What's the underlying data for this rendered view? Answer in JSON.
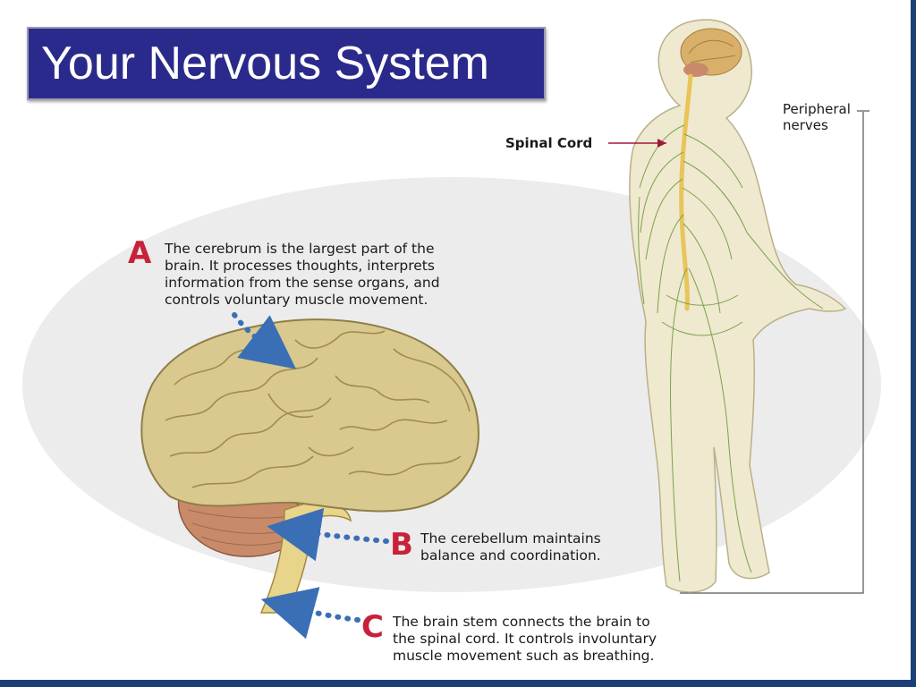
{
  "title": "Your Nervous System",
  "labels": {
    "spinal_cord": "Spinal Cord",
    "peripheral_line1": "Peripheral",
    "peripheral_line2": "nerves"
  },
  "parts": [
    {
      "letter": "A",
      "lines": [
        "The cerebrum is the largest part of the",
        "brain. It processes thoughts, interprets",
        "information from the sense organs, and",
        "controls voluntary muscle movement."
      ]
    },
    {
      "letter": "B",
      "lines": [
        "The cerebellum maintains",
        "balance and coordination."
      ]
    },
    {
      "letter": "C",
      "lines": [
        "The brain stem connects the brain to",
        "the spinal cord. It controls involuntary",
        "muscle movement such as breathing."
      ]
    }
  ],
  "colors": {
    "title_bg": "#2a2a8c",
    "letter_red": "#c8213a",
    "arrow_blue": "#3b6fb5",
    "ellipse_gray": "#ececec",
    "brain_tan": "#d9c98f",
    "cerebellum": "#c98a6a",
    "nerve_green": "#6f9a3c",
    "spine_yellow": "#e8c45a"
  }
}
